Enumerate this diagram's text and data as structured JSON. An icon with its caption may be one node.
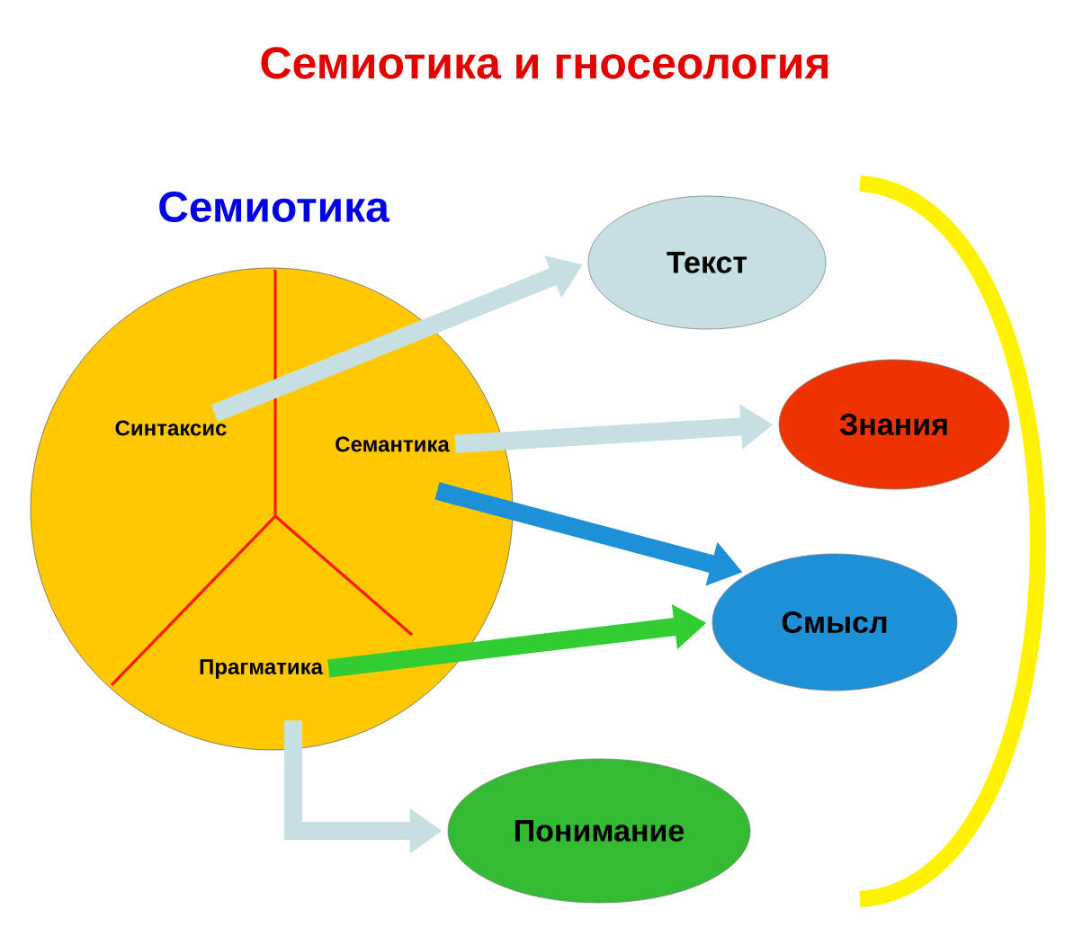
{
  "diagram": {
    "title": "Семиотика и гносеология",
    "nodes": [
      {
        "text": [
          "Семиотика"
        ]
      },
      {
        "text": [
          "Синтаксис"
        ],
        "in": 0
      },
      {
        "text": [
          "Семантика"
        ],
        "in": 0
      },
      {
        "text": [
          "Прагматика"
        ],
        "in": 0
      },
      {
        "text": [
          "Текст"
        ]
      },
      {
        "text": [
          "Знания"
        ]
      },
      {
        "text": [
          "Смысл"
        ]
      },
      {
        "text": [
          "Понимание"
        ]
      }
    ],
    "edges": [
      {
        "from": 1,
        "to": 4,
        "arrow": "to"
      },
      {
        "from": 2,
        "to": 5,
        "arrow": "to"
      },
      {
        "from": 2,
        "to": 6,
        "arrow": "to",
        "color": "#1e90d8"
      },
      {
        "from": 3,
        "to": 6,
        "arrow": "to",
        "color": "#33cc33"
      },
      {
        "from": 3,
        "to": 7,
        "arrow": "to"
      }
    ]
  }
}
